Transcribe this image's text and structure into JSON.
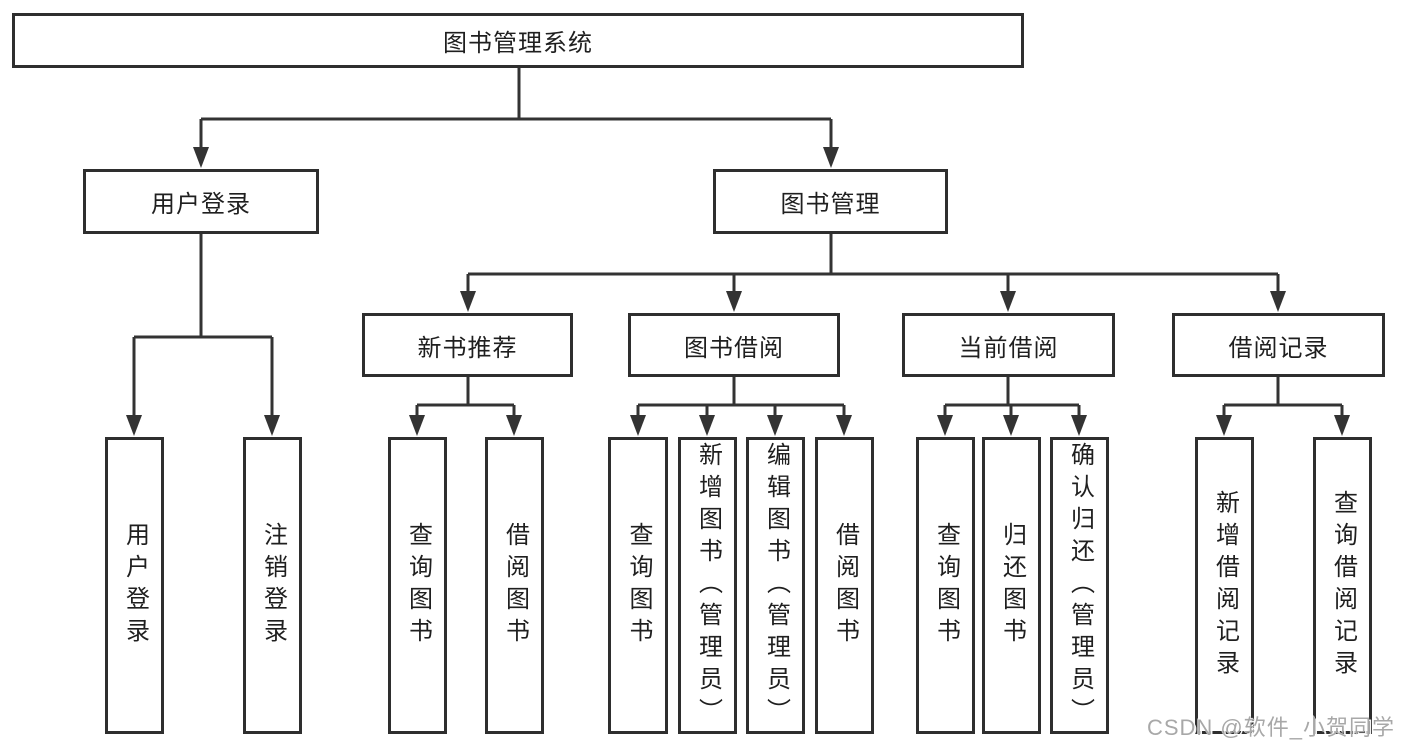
{
  "tree": {
    "label": "图书管理系统",
    "children": [
      {
        "label": "用户登录",
        "children": [
          {
            "label": "用户登录"
          },
          {
            "label": "注销登录"
          }
        ]
      },
      {
        "label": "图书管理",
        "children": [
          {
            "label": "新书推荐",
            "children": [
              {
                "label": "查询图书"
              },
              {
                "label": "借阅图书"
              }
            ]
          },
          {
            "label": "图书借阅",
            "children": [
              {
                "label": "查询图书"
              },
              {
                "label": "新增图书（管理员）"
              },
              {
                "label": "编辑图书（管理员）"
              },
              {
                "label": "借阅图书"
              }
            ]
          },
          {
            "label": "当前借阅",
            "children": [
              {
                "label": "查询图书"
              },
              {
                "label": "归还图书"
              },
              {
                "label": "确认归还（管理员）"
              }
            ]
          },
          {
            "label": "借阅记录",
            "children": [
              {
                "label": "新增借阅记录"
              },
              {
                "label": "查询借阅记录"
              }
            ]
          }
        ]
      }
    ]
  },
  "watermark": "CSDN @软件_小贺同学",
  "colors": {
    "line": "#333333",
    "box_border": "#2e2e2e",
    "text": "#1f1f1f",
    "watermark": "#a8a8a8",
    "background": "#ffffff"
  }
}
